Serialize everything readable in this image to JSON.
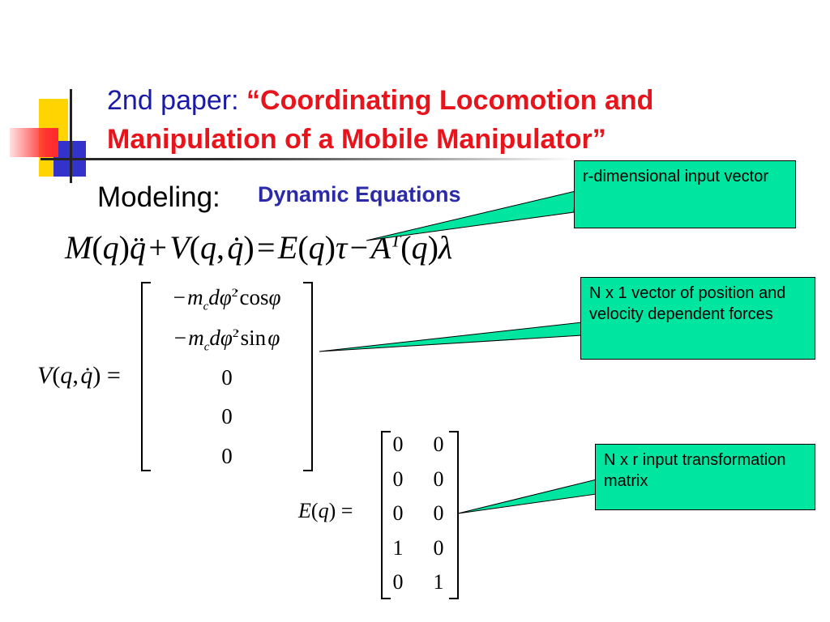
{
  "title": {
    "prefix": "2nd paper: ",
    "quoted_line1": "“Coordinating Locomotion and",
    "quoted_line2": "Manipulation of a Mobile Manipulator”"
  },
  "subheading": {
    "modeling": "Modeling:",
    "dynamic_equations": "Dynamic Equations"
  },
  "equations": {
    "main": "M(q)q̈ + V(q,q̇) = E(q)τ − Aᵀ(q)λ",
    "v_lhs": "V(q, q̇) =",
    "v_rows": [
      "− m_c d φ̇² cos φ",
      "− m_c d φ̇² sin φ",
      "0",
      "0",
      "0"
    ],
    "e_lhs": "E(q) =",
    "e_matrix": [
      [
        "0",
        "0"
      ],
      [
        "0",
        "0"
      ],
      [
        "0",
        "0"
      ],
      [
        "1",
        "0"
      ],
      [
        "0",
        "1"
      ]
    ]
  },
  "callouts": {
    "input_vector": "r-dimensional input vector",
    "forces": "N x 1 vector of position and velocity dependent forces",
    "transform": "N x r input transformation matrix"
  },
  "colors": {
    "title_plain": "#1a1aa6",
    "title_quoted": "#e8141c",
    "subheading_blue": "#2b2ba8",
    "callout_fill": "#00e5a0"
  }
}
